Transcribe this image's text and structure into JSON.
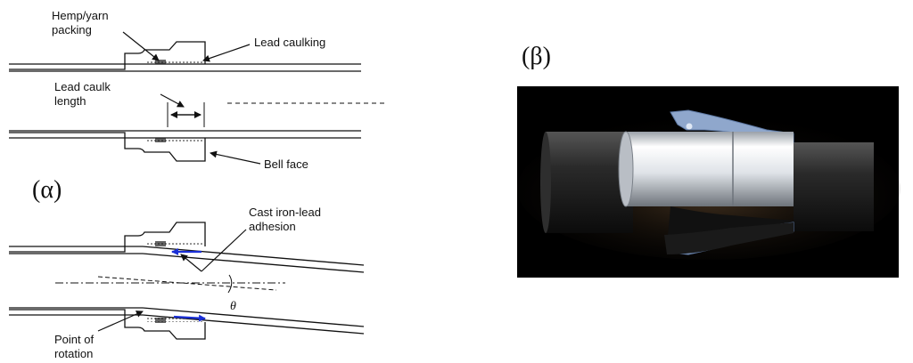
{
  "panel_alpha": {
    "label": "(α)",
    "labels": {
      "hemp": [
        "Hemp/yarn",
        "packing"
      ],
      "lead_caulking": "Lead caulking",
      "caulk_length": [
        "Lead caulk",
        "length"
      ],
      "bell_face": "Bell face",
      "adhesion": [
        "Cast iron-lead",
        "adhesion"
      ],
      "theta": "θ",
      "rotation": [
        "Point of",
        "rotation"
      ]
    }
  },
  "panel_beta": {
    "label": "(β)"
  },
  "colors": {
    "line": "#111111",
    "arrow_blue": "#1a2fd6",
    "gasket_blue": "#8fa7cc",
    "pipe_black": "#1e1e1e",
    "photo_bg": "#000000"
  }
}
